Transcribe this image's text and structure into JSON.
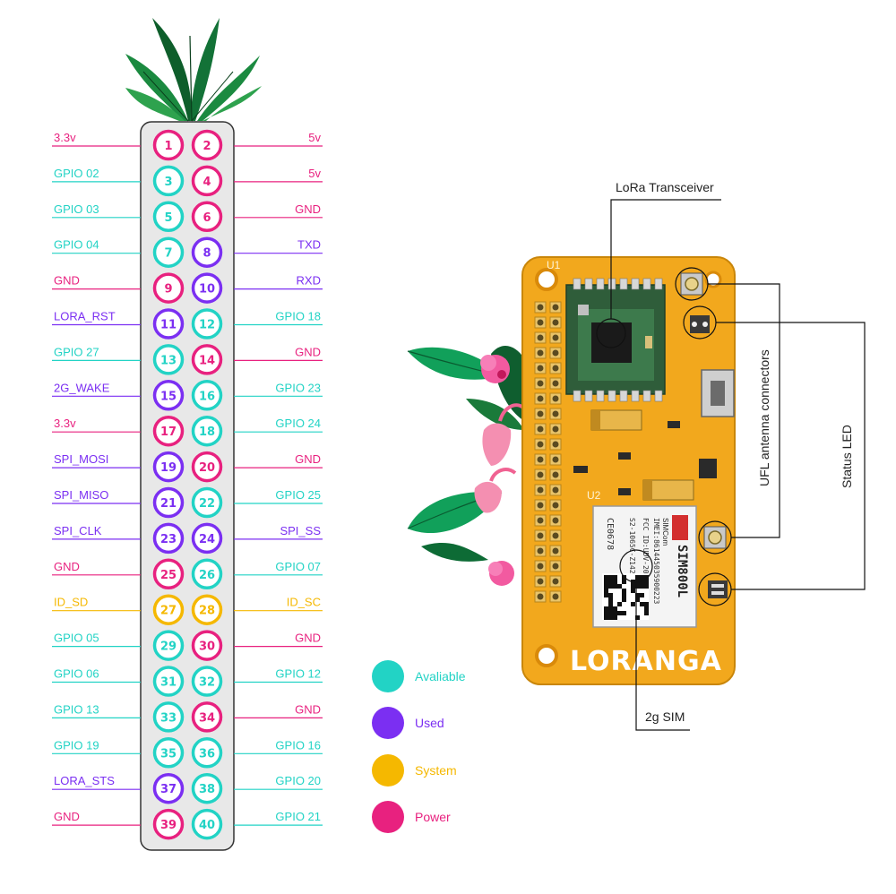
{
  "colors": {
    "available": "#22d3c5",
    "used": "#7b2ff2",
    "system": "#f5b800",
    "power": "#e8217f",
    "board": "#f2a81d",
    "board_dark": "#d98a0a",
    "header_bg": "#e8e8e8"
  },
  "pins": [
    {
      "num": "1",
      "label": "3.3v",
      "type": "power"
    },
    {
      "num": "2",
      "label": "5v",
      "type": "power"
    },
    {
      "num": "3",
      "label": "GPIO 02",
      "type": "available"
    },
    {
      "num": "4",
      "label": "5v",
      "type": "power"
    },
    {
      "num": "5",
      "label": "GPIO 03",
      "type": "available"
    },
    {
      "num": "6",
      "label": "GND",
      "type": "power"
    },
    {
      "num": "7",
      "label": "GPIO 04",
      "type": "available"
    },
    {
      "num": "8",
      "label": "TXD",
      "type": "used"
    },
    {
      "num": "9",
      "label": "GND",
      "type": "power"
    },
    {
      "num": "10",
      "label": "RXD",
      "type": "used"
    },
    {
      "num": "11",
      "label": "LORA_RST",
      "type": "used"
    },
    {
      "num": "12",
      "label": "GPIO 18",
      "type": "available"
    },
    {
      "num": "13",
      "label": "GPIO 27",
      "type": "available"
    },
    {
      "num": "14",
      "label": "GND",
      "type": "power"
    },
    {
      "num": "15",
      "label": "2G_WAKE",
      "type": "used"
    },
    {
      "num": "16",
      "label": "GPIO 23",
      "type": "available"
    },
    {
      "num": "17",
      "label": "3.3v",
      "type": "power"
    },
    {
      "num": "18",
      "label": "GPIO 24",
      "type": "available"
    },
    {
      "num": "19",
      "label": "SPI_MOSI",
      "type": "used"
    },
    {
      "num": "20",
      "label": "GND",
      "type": "power"
    },
    {
      "num": "21",
      "label": "SPI_MISO",
      "type": "used"
    },
    {
      "num": "22",
      "label": "GPIO 25",
      "type": "available"
    },
    {
      "num": "23",
      "label": "SPI_CLK",
      "type": "used"
    },
    {
      "num": "24",
      "label": "SPI_SS",
      "type": "used"
    },
    {
      "num": "25",
      "label": "GND",
      "type": "power"
    },
    {
      "num": "26",
      "label": "GPIO 07",
      "type": "available"
    },
    {
      "num": "27",
      "label": "ID_SD",
      "type": "system"
    },
    {
      "num": "28",
      "label": "ID_SC",
      "type": "system"
    },
    {
      "num": "29",
      "label": "GPIO 05",
      "type": "available"
    },
    {
      "num": "30",
      "label": "GND",
      "type": "power"
    },
    {
      "num": "31",
      "label": "GPIO 06",
      "type": "available"
    },
    {
      "num": "32",
      "label": "GPIO 12",
      "type": "available"
    },
    {
      "num": "33",
      "label": "GPIO 13",
      "type": "available"
    },
    {
      "num": "34",
      "label": "GND",
      "type": "power"
    },
    {
      "num": "35",
      "label": "GPIO 19",
      "type": "available"
    },
    {
      "num": "36",
      "label": "GPIO 16",
      "type": "available"
    },
    {
      "num": "37",
      "label": "LORA_STS",
      "type": "used"
    },
    {
      "num": "38",
      "label": "GPIO 20",
      "type": "available"
    },
    {
      "num": "39",
      "label": "GND",
      "type": "power"
    },
    {
      "num": "40",
      "label": "GPIO 21",
      "type": "available"
    }
  ],
  "legend": [
    {
      "label": "Avaliable",
      "type": "available"
    },
    {
      "label": "Used",
      "type": "used"
    },
    {
      "label": "System",
      "type": "system"
    },
    {
      "label": "Power",
      "type": "power"
    }
  ],
  "callouts": {
    "lora": "LoRa Transceiver",
    "ufl": "UFL antenna connectors",
    "status": "Status LED",
    "sim": "2g SIM"
  },
  "board": {
    "logo": "LORANGA",
    "u1": "U1",
    "u2": "U2",
    "sim_brand": "SIMCom",
    "sim_model": "SIM800L",
    "sim_imei": "IMEI:861445035900223",
    "sim_fcc": "FCC ID:UDV-201402",
    "sim_s2": "S2-1065C-Z142X",
    "sim_ce": "CE0678"
  },
  "icons": [
    "palm-leaf-icon",
    "tropical-leaf-icon",
    "hibiscus-flower-icon",
    "flamingo-icon",
    "qr-code-icon"
  ]
}
